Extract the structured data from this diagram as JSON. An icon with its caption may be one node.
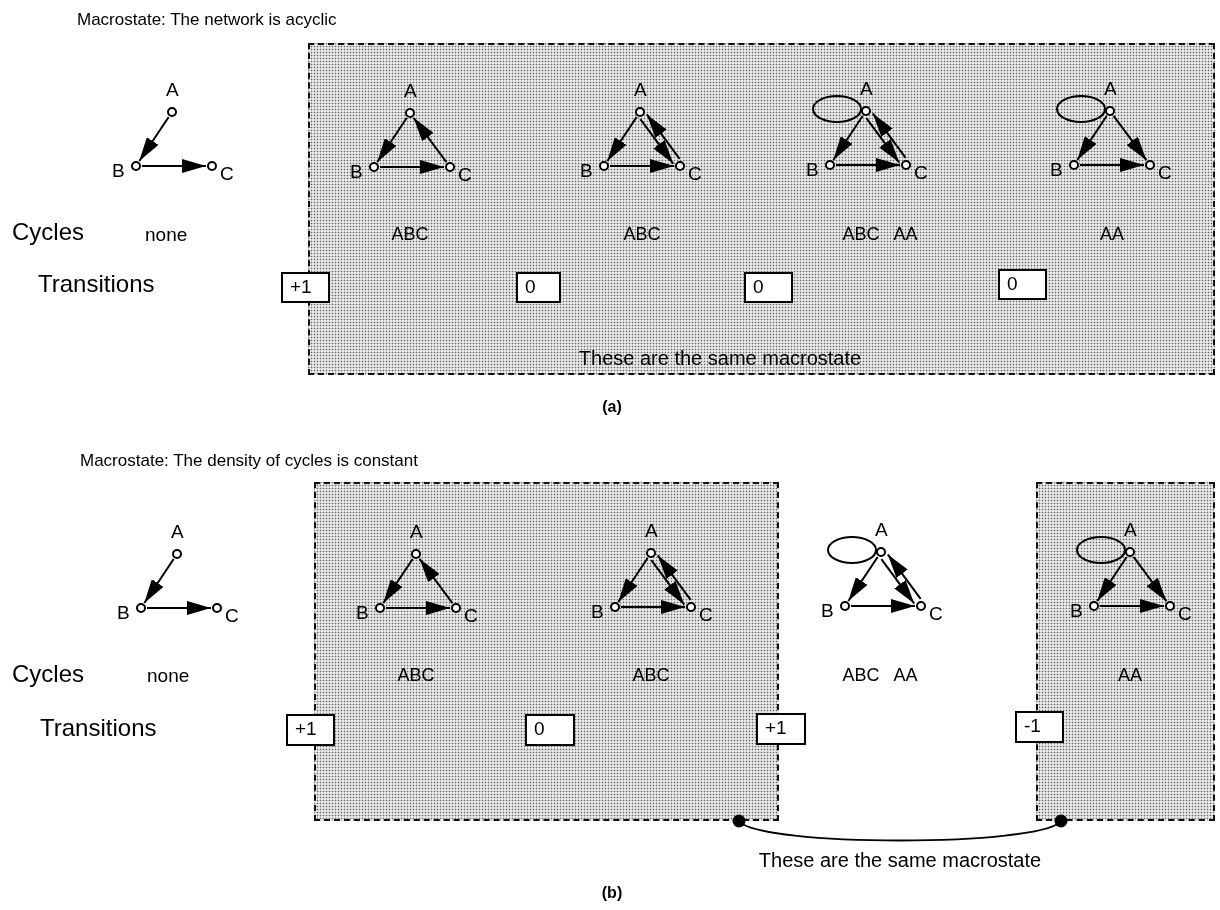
{
  "diagram": {
    "nodes": [
      {
        "text": [
          "These are the same macrostate"
        ]
      },
      {
        "text": [],
        "shape": "circle",
        "beside": [
          "A"
        ]
      },
      {
        "text": [],
        "shape": "circle",
        "beside": [
          "B"
        ]
      },
      {
        "text": [],
        "shape": "circle",
        "beside": [
          "C"
        ]
      },
      {
        "text": [
          "+1"
        ]
      },
      {
        "text": [],
        "shape": "circle",
        "beside": [
          "A"
        ],
        "in": 0
      },
      {
        "text": [],
        "shape": "circle",
        "beside": [
          "B"
        ],
        "in": 0
      },
      {
        "text": [],
        "shape": "circle",
        "beside": [
          "C"
        ],
        "in": 0
      },
      {
        "text": [
          "0"
        ],
        "in": 0
      },
      {
        "text": [],
        "shape": "circle",
        "beside": [
          "A"
        ],
        "in": 0
      },
      {
        "text": [],
        "shape": "circle",
        "beside": [
          "B"
        ],
        "in": 0
      },
      {
        "text": [],
        "shape": "circle",
        "beside": [
          "C"
        ],
        "in": 0
      },
      {
        "text": [
          "0"
        ],
        "in": 0
      },
      {
        "text": [],
        "shape": "circle",
        "beside": [
          "A"
        ],
        "in": 0
      },
      {
        "text": [],
        "shape": "circle",
        "beside": [
          "B"
        ],
        "in": 0
      },
      {
        "text": [],
        "shape": "circle",
        "beside": [
          "C"
        ],
        "in": 0
      },
      {
        "text": [
          "0"
        ],
        "in": 0
      },
      {
        "text": [],
        "shape": "circle",
        "beside": [
          "A"
        ],
        "in": 0
      },
      {
        "text": [],
        "shape": "circle",
        "beside": [
          "B"
        ],
        "in": 0
      },
      {
        "text": [],
        "shape": "circle",
        "beside": [
          "C"
        ],
        "in": 0
      },
      {
        "text": [],
        "shape": "box"
      },
      {
        "text": [],
        "shape": "box"
      },
      {
        "text": [],
        "shape": "circle",
        "beside": [
          "A"
        ]
      },
      {
        "text": [],
        "shape": "circle",
        "beside": [
          "B"
        ]
      },
      {
        "text": [],
        "shape": "circle",
        "beside": [
          "C"
        ]
      },
      {
        "text": [
          "+1"
        ]
      },
      {
        "text": [],
        "shape": "circle",
        "beside": [
          "A"
        ],
        "in": 20
      },
      {
        "text": [],
        "shape": "circle",
        "beside": [
          "B"
        ],
        "in": 20
      },
      {
        "text": [],
        "shape": "circle",
        "beside": [
          "C"
        ],
        "in": 20
      },
      {
        "text": [
          "0"
        ],
        "in": 20
      },
      {
        "text": [],
        "shape": "circle",
        "beside": [
          "A"
        ],
        "in": 20
      },
      {
        "text": [],
        "shape": "circle",
        "beside": [
          "B"
        ],
        "in": 20
      },
      {
        "text": [],
        "shape": "circle",
        "beside": [
          "C"
        ],
        "in": 20
      },
      {
        "text": [
          "+1"
        ]
      },
      {
        "text": [],
        "shape": "circle",
        "beside": [
          "A"
        ]
      },
      {
        "text": [],
        "shape": "circle",
        "beside": [
          "B"
        ]
      },
      {
        "text": [],
        "shape": "circle",
        "beside": [
          "C"
        ]
      },
      {
        "text": [
          "-1"
        ]
      },
      {
        "text": [],
        "shape": "circle",
        "beside": [
          "A"
        ],
        "in": 21
      },
      {
        "text": [],
        "shape": "circle",
        "beside": [
          "B"
        ],
        "in": 21
      },
      {
        "text": [],
        "shape": "circle",
        "beside": [
          "C"
        ],
        "in": 21
      }
    ],
    "edges": [
      {
        "from": 1,
        "to": 2,
        "arrow": "to"
      },
      {
        "from": 2,
        "to": 3,
        "arrow": "to"
      },
      {
        "from": 5,
        "to": 6,
        "arrow": "to"
      },
      {
        "from": 6,
        "to": 7,
        "arrow": "to"
      },
      {
        "from": 7,
        "to": 5,
        "arrow": "to"
      },
      {
        "from": 9,
        "to": 10,
        "arrow": "to"
      },
      {
        "from": 10,
        "to": 11,
        "arrow": "to"
      },
      {
        "from": 11,
        "to": 9,
        "arrow": "to"
      },
      {
        "from": 9,
        "to": 11,
        "arrow": "to"
      },
      {
        "from": 13,
        "to": 13,
        "arrow": "none"
      },
      {
        "from": 13,
        "to": 14,
        "arrow": "to"
      },
      {
        "from": 14,
        "to": 15,
        "arrow": "to"
      },
      {
        "from": 15,
        "to": 13,
        "arrow": "to"
      },
      {
        "from": 13,
        "to": 15,
        "arrow": "to"
      },
      {
        "from": 17,
        "to": 17,
        "arrow": "none"
      },
      {
        "from": 17,
        "to": 18,
        "arrow": "to"
      },
      {
        "from": 18,
        "to": 19,
        "arrow": "to"
      },
      {
        "from": 17,
        "to": 19,
        "arrow": "to"
      },
      {
        "from": 22,
        "to": 23,
        "arrow": "to"
      },
      {
        "from": 23,
        "to": 24,
        "arrow": "to"
      },
      {
        "from": 26,
        "to": 27,
        "arrow": "to"
      },
      {
        "from": 27,
        "to": 28,
        "arrow": "to"
      },
      {
        "from": 28,
        "to": 26,
        "arrow": "to"
      },
      {
        "from": 30,
        "to": 31,
        "arrow": "to"
      },
      {
        "from": 31,
        "to": 32,
        "arrow": "to"
      },
      {
        "from": 32,
        "to": 30,
        "arrow": "to"
      },
      {
        "from": 30,
        "to": 32,
        "arrow": "to"
      },
      {
        "from": 34,
        "to": 34,
        "arrow": "none"
      },
      {
        "from": 34,
        "to": 35,
        "arrow": "to"
      },
      {
        "from": 35,
        "to": 36,
        "arrow": "to"
      },
      {
        "from": 36,
        "to": 34,
        "arrow": "to"
      },
      {
        "from": 34,
        "to": 36,
        "arrow": "to"
      },
      {
        "from": 38,
        "to": 38,
        "arrow": "none"
      },
      {
        "from": 38,
        "to": 39,
        "arrow": "to"
      },
      {
        "from": 39,
        "to": 40,
        "arrow": "to"
      },
      {
        "from": 38,
        "to": 40,
        "arrow": "to"
      },
      {
        "from": 20,
        "to": 21,
        "arrow": "other",
        "label": "These are the same macrostate"
      }
    ],
    "labels": [
      "Macrostate: The network is acyclic",
      "Cycles",
      "none",
      "ABC",
      "ABC",
      "ABC AA",
      "AA",
      "Transitions",
      "(a)",
      "Macrostate: The density of cycles is constant",
      "Cycles",
      "none",
      "ABC",
      "ABC",
      "ABC AA",
      "AA",
      "Transitions",
      "(b)"
    ]
  }
}
